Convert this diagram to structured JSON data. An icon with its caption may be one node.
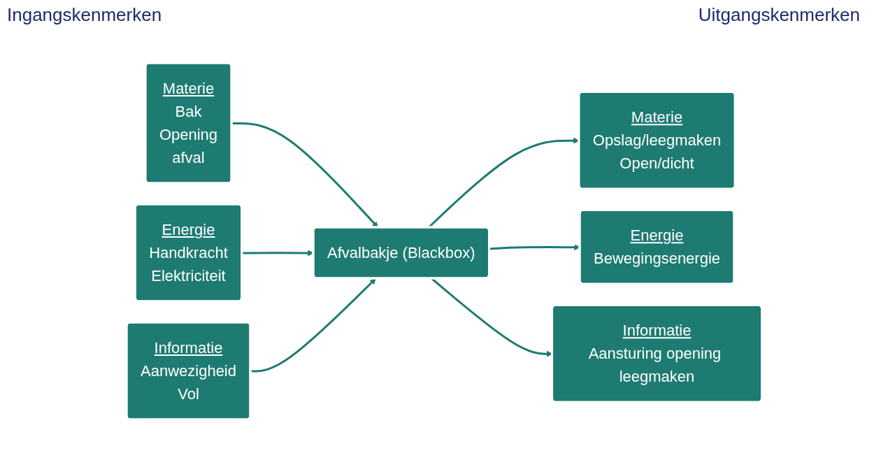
{
  "diagram": {
    "nodes": [
      {
        "text": [
          "Materie",
          "Bak",
          "Opening",
          "afval"
        ]
      },
      {
        "text": [
          "Energie",
          "Handkracht",
          "Elektriciteit"
        ]
      },
      {
        "text": [
          "Informatie",
          "Aanwezigheid",
          "Vol"
        ]
      },
      {
        "text": [
          "Afvalbakje (Blackbox)"
        ]
      },
      {
        "text": [
          "Materie",
          "Opslag/leegmaken",
          "Open/dicht"
        ]
      },
      {
        "text": [
          "Energie",
          "Bewegingsenergie"
        ]
      },
      {
        "text": [
          "Informatie",
          "Aansturing opening leegmaken"
        ]
      }
    ],
    "edges": [
      {
        "from": 0,
        "to": 3,
        "arrow": "to"
      },
      {
        "from": 1,
        "to": 3,
        "arrow": "to"
      },
      {
        "from": 2,
        "to": 3,
        "arrow": "to"
      },
      {
        "from": 3,
        "to": 4,
        "arrow": "to"
      },
      {
        "from": 3,
        "to": 5,
        "arrow": "to"
      },
      {
        "from": 3,
        "to": 6,
        "arrow": "to"
      }
    ],
    "labels": [
      "Ingangskenmerken",
      "Uitgangskenmerken"
    ]
  }
}
